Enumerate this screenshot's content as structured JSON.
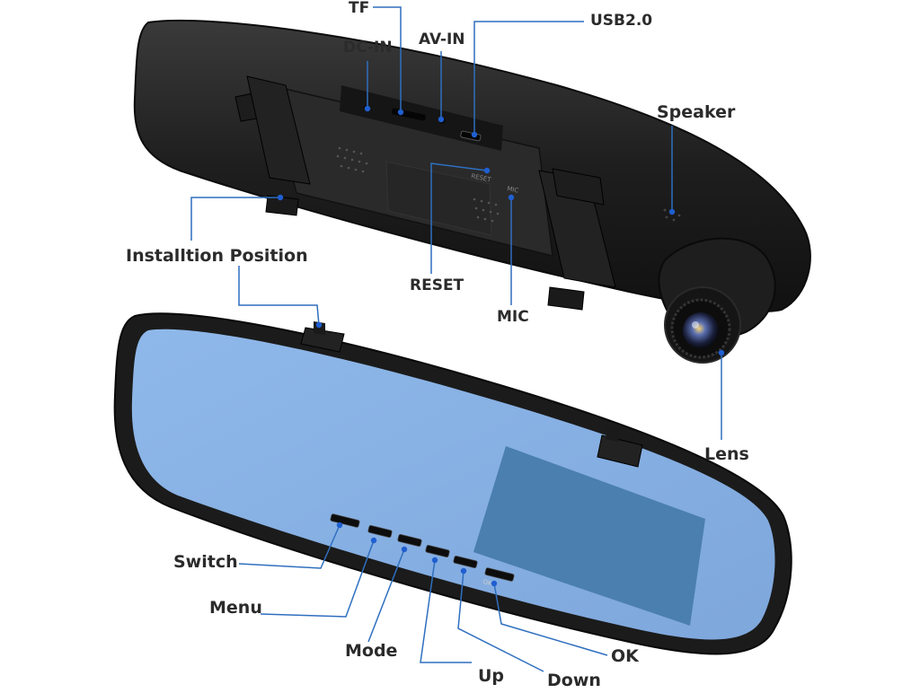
{
  "labels": {
    "tf": "TF",
    "dc_in": "DC-IN",
    "av_in": "AV-IN",
    "usb": "USB2.0",
    "speaker": "Speaker",
    "installation_position": "Installtion Position",
    "reset": "RESET",
    "mic": "MIC",
    "lens": "Lens",
    "switch": "Switch",
    "menu": "Menu",
    "mode": "Mode",
    "up": "Up",
    "down": "Down",
    "ok": "OK"
  },
  "device_markings": {
    "reset_small": "RESET",
    "mic_small": "MIC",
    "ok_button": "OK"
  },
  "colors": {
    "leader_line": "#2f6fbf",
    "dot": "#1f5fd0",
    "body": "#1c1c1c",
    "mirror_glass": "#86b0e3",
    "screen": "#4a7fb0"
  }
}
